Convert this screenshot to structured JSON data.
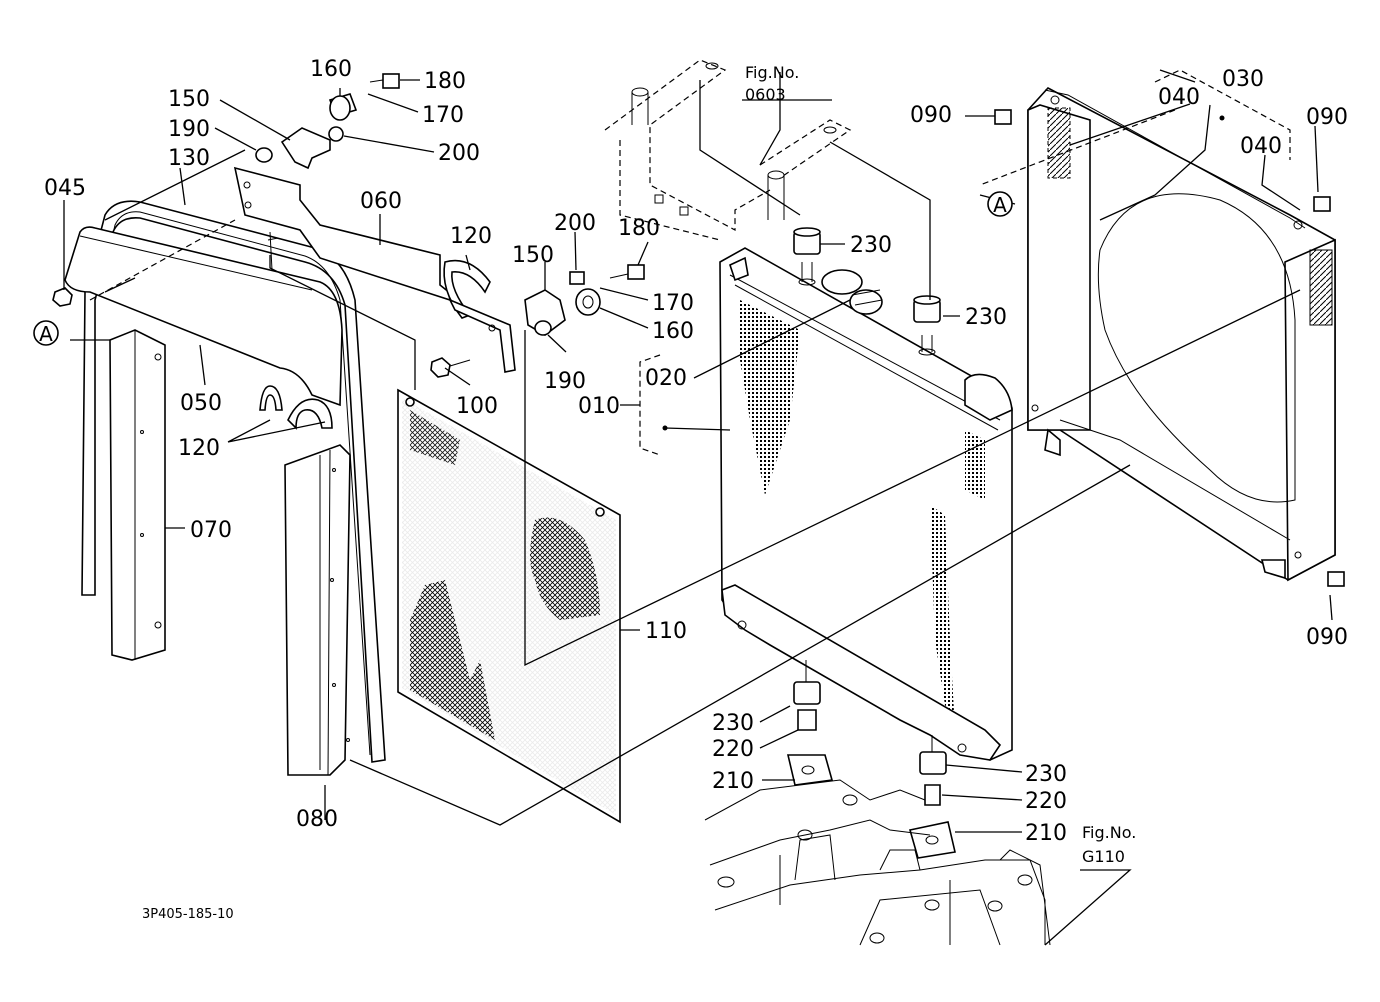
{
  "drawing_code": "3P405-185-10",
  "callouts": {
    "c010": "010",
    "c020": "020",
    "c030": "030",
    "c040a": "040",
    "c040b": "040",
    "c045": "045",
    "c050": "050",
    "c060": "060",
    "c070": "070",
    "c080": "080",
    "c090a": "090",
    "c090b": "090",
    "c090c": "090",
    "c100": "100",
    "c110": "110",
    "c120a": "120",
    "c120b": "120",
    "c130": "130",
    "c150a": "150",
    "c150b": "150",
    "c160a": "160",
    "c160b": "160",
    "c170a": "170",
    "c170b": "170",
    "c180a": "180",
    "c180b": "180",
    "c190a": "190",
    "c190b": "190",
    "c200a": "200",
    "c200b": "200",
    "c210a": "210",
    "c210b": "210",
    "c220a": "220",
    "c220b": "220",
    "c230a": "230",
    "c230b": "230",
    "c230c": "230",
    "c230d": "230"
  },
  "refs": {
    "a_left": "A",
    "a_right": "A"
  },
  "fig_refs": {
    "fig0603_label": "Fig.No.",
    "fig0603_num": "0603",
    "figG110_label": "Fig.No.",
    "figG110_num": "G110"
  }
}
